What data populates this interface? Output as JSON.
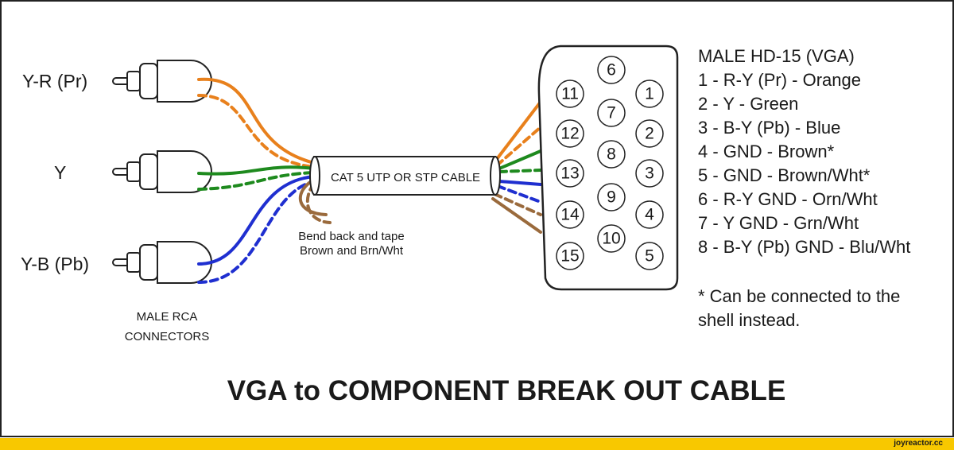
{
  "rca": {
    "label_pr": "Y-R  (Pr)",
    "label_y": "Y",
    "label_pb": "Y-B  (Pb)",
    "connectors_line1": "MALE RCA",
    "connectors_line2": "CONNECTORS"
  },
  "cable": {
    "label": "CAT 5 UTP OR STP CABLE",
    "note_line1": "Bend back and tape",
    "note_line2": "Brown and Brn/Wht"
  },
  "vga": {
    "pins": [
      "1",
      "2",
      "3",
      "4",
      "5",
      "6",
      "7",
      "8",
      "9",
      "10",
      "11",
      "12",
      "13",
      "14",
      "15"
    ]
  },
  "legend": {
    "heading": "MALE HD-15 (VGA)",
    "lines": [
      "1 - R-Y (Pr) - Orange",
      "2 - Y - Green",
      "3 - B-Y (Pb) - Blue",
      "4 - GND - Brown*",
      "5 - GND -  Brown/Wht*",
      "6 - R-Y GND - Orn/Wht",
      "7 - Y GND - Grn/Wht",
      "8 - B-Y (Pb) GND - Blu/Wht"
    ],
    "note_line1": "* Can be connected to the",
    "note_line2": "shell instead."
  },
  "title": "VGA to COMPONENT BREAK OUT CABLE",
  "footer": {
    "site": "joyreactor.cc"
  },
  "colors": {
    "orange": "#e8801c",
    "green": "#1e8a1e",
    "blue": "#1f2fd0",
    "brown": "#9a6a3c",
    "footer": "#f8c800"
  }
}
